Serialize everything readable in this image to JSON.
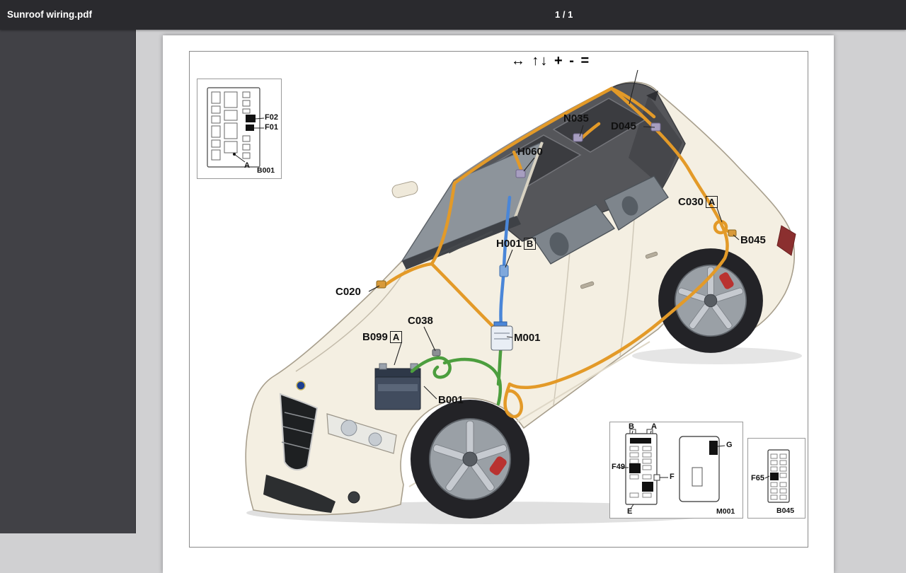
{
  "toolbar": {
    "title": "Sunroof wiring.pdf",
    "page_indicator": "1 / 1"
  },
  "legend": "↔ ↑↓ + - =",
  "callouts": {
    "n035": "N035",
    "d045": "D045",
    "h060": "H060",
    "c030": "C030",
    "c030_suffix": "A",
    "b045": "B045",
    "h001": "H001",
    "h001_suffix": "B",
    "c020": "C020",
    "c038": "C038",
    "b099": "B099",
    "b099_suffix": "A",
    "m001": "M001",
    "b001": "B001"
  },
  "inset_fusebox": {
    "f02": "F02",
    "f01": "F01",
    "a": "A",
    "name": "B001"
  },
  "inset_m001": {
    "b": "B",
    "a": "A",
    "f49": "F49",
    "e": "E",
    "f": "F",
    "g": "G",
    "name": "M001"
  },
  "inset_b045": {
    "f65": "F65",
    "name": "B045"
  },
  "colors": {
    "orange": "#E39A28",
    "blue": "#4A86D8",
    "green": "#4C9E3E"
  }
}
